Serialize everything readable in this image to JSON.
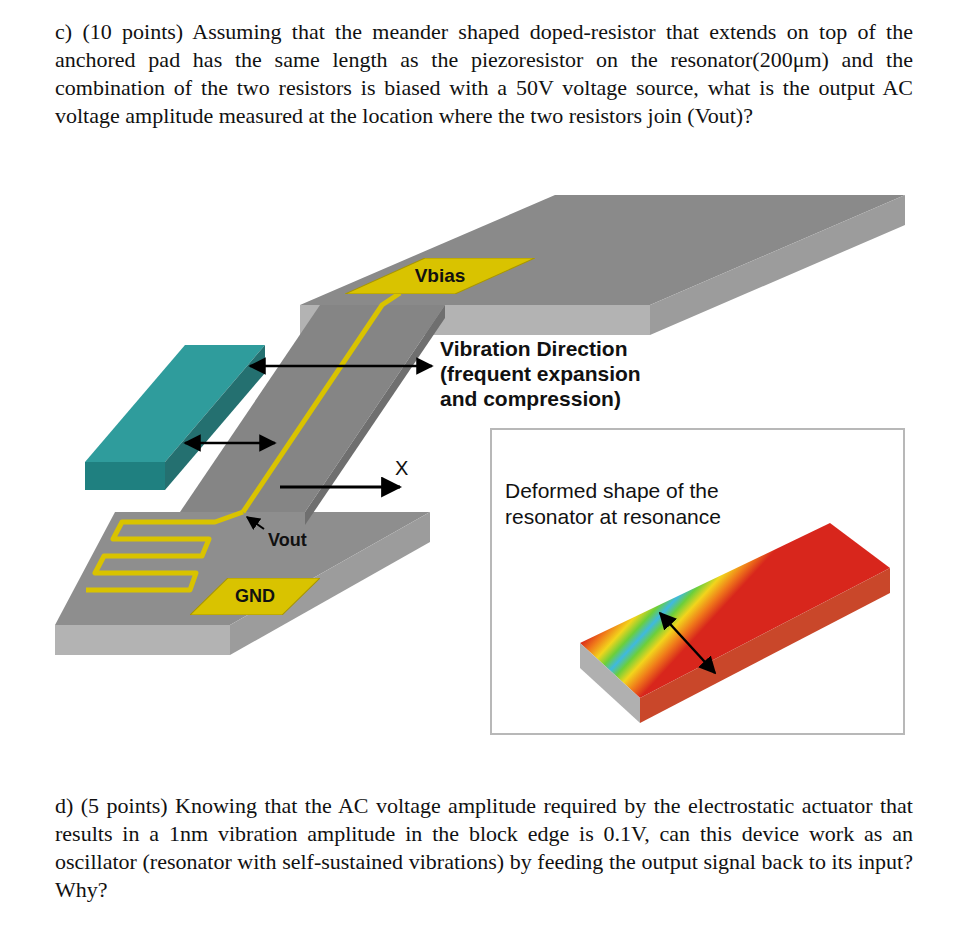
{
  "diagram": {
    "nodes": [
      {
        "text": [
          "Vbias"
        ]
      },
      {
        "text": [
          "GND"
        ]
      },
      {
        "text": [
          "Deformed shape of the resonator at resonance"
        ]
      }
    ],
    "labels": [
      "c) (10 points) Assuming that the meander shaped doped-resistor that extends on top of the anchored pad has the same length as the piezoresistor on the resonator(200μm) and the combination of the two resistors is biased with a 50V voltage source, what is the output AC voltage amplitude measured at the location where the two resistors join (Vout)?",
      "Vibration Direction (frequent expansion and compression)",
      "X",
      "Vout",
      "d) (5 points) Knowing that the AC voltage amplitude required by the electrostatic actuator that results in a 1nm vibration amplitude in the block edge is 0.1V, can this device work as an oscillator (resonator with self-sustained vibrations) by feeding the output signal back to its input? Why?"
    ]
  }
}
